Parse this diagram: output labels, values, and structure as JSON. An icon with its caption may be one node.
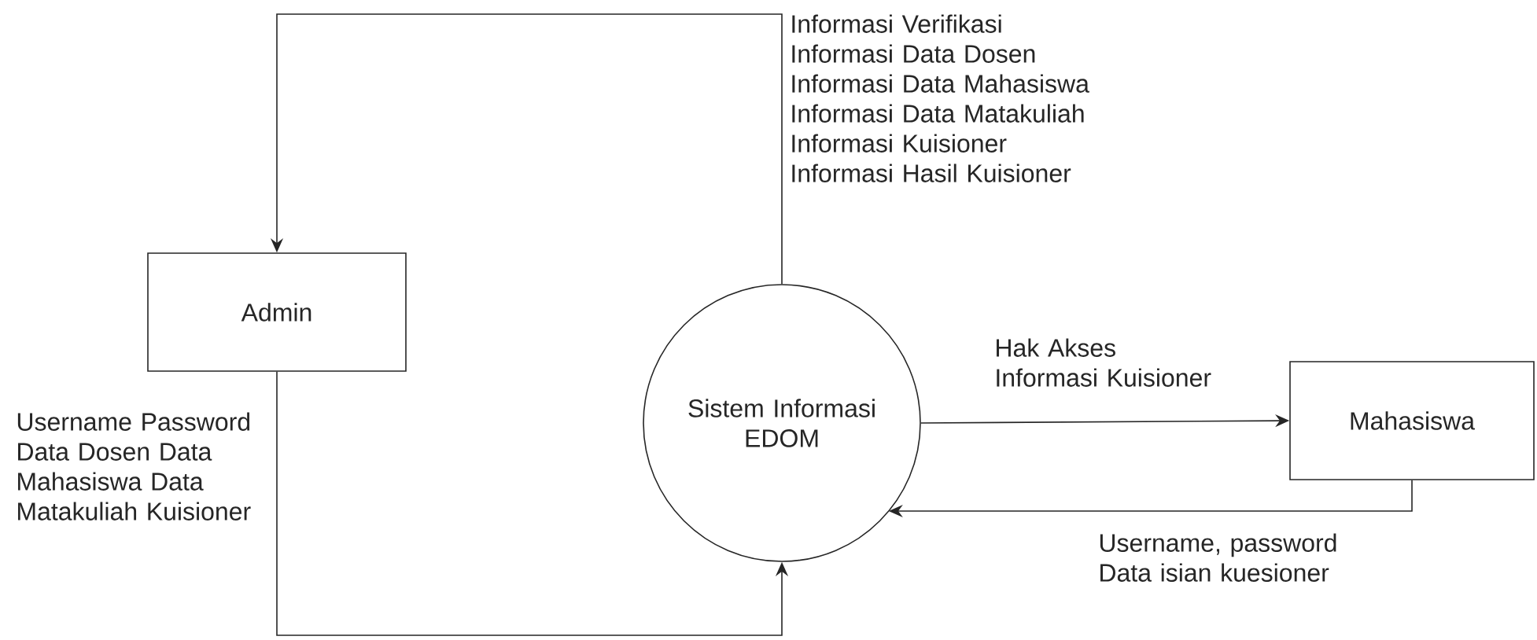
{
  "diagram": {
    "nodes": [
      {
        "text": [
          "Admin"
        ]
      },
      {
        "text": [
          "Sistem Informasi EDOM"
        ]
      },
      {
        "text": [
          "Mahasiswa"
        ]
      }
    ],
    "edges": [
      {
        "from": 1,
        "to": 0,
        "arrow": "to",
        "label": "Informasi Verifikasi Informasi Data Dosen Informasi Data Mahasiswa Informasi Data Matakuliah Informasi Kuisioner Informasi Hasil Kuisioner"
      },
      {
        "from": 0,
        "to": 1,
        "arrow": "to",
        "label": "Username Password Data Dosen Data Mahasiswa Data Matakuliah Kuisioner"
      },
      {
        "from": 1,
        "to": 2,
        "arrow": "to",
        "label": "Hak Akses Informasi Kuisioner"
      },
      {
        "from": 2,
        "to": 1,
        "arrow": "to",
        "label": "Username, password Data isian kuesioner"
      }
    ]
  }
}
